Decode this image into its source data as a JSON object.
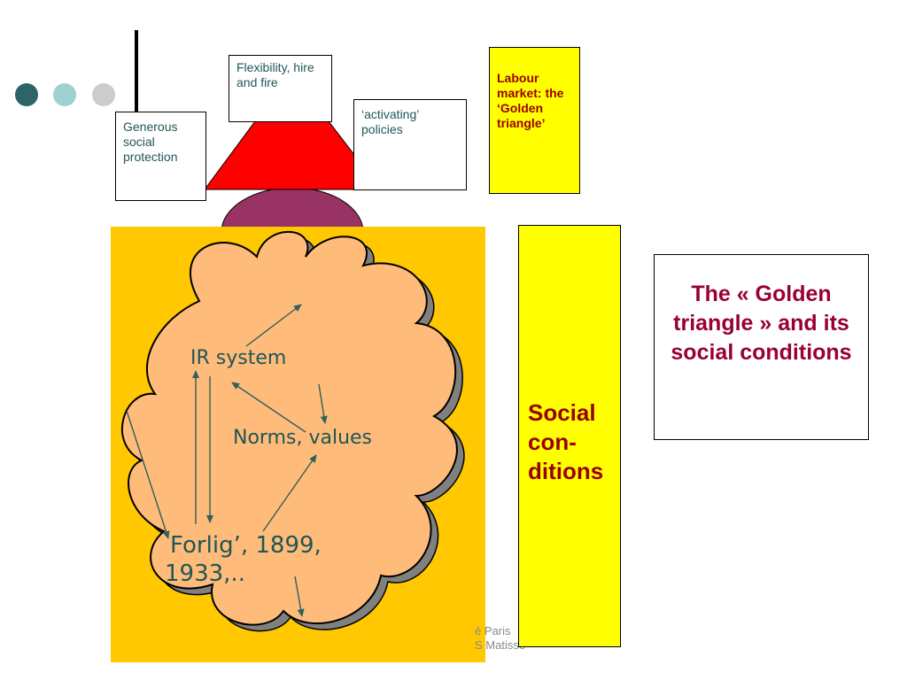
{
  "decoration": {
    "dot_colors": [
      "#2d6468",
      "#9ed0d2",
      "#cccccc"
    ]
  },
  "diagram": {
    "labour_market_label": "Labour market: the ‘Golden triangle’",
    "boxes": {
      "flexibility": "Flexibility, hire and fire",
      "generous": "Generous social protection",
      "activating": "‘activating’ policies"
    },
    "cloud": {
      "ir_system": "IR system",
      "norms_values": "Norms, values",
      "forlig_line1": "Forlig’, 1899,",
      "forlig_line2": "1933,.."
    },
    "social_conditions": {
      "line1": "Social",
      "line2": "con-",
      "line3": "ditions"
    },
    "title": "The « Golden triangle » and its social conditions"
  },
  "footer": {
    "line1": "é Paris",
    "line2": "S Matisse"
  },
  "colors": {
    "triangle_red": "#ff0000",
    "ellipse_maroon": "#993366",
    "cloud_fill": "#ffbb7a",
    "cloud_shadow": "#808080",
    "yellow": "#ffff00",
    "orange_panel": "#ffc800",
    "title_text": "#990033",
    "label_text": "#990000"
  }
}
